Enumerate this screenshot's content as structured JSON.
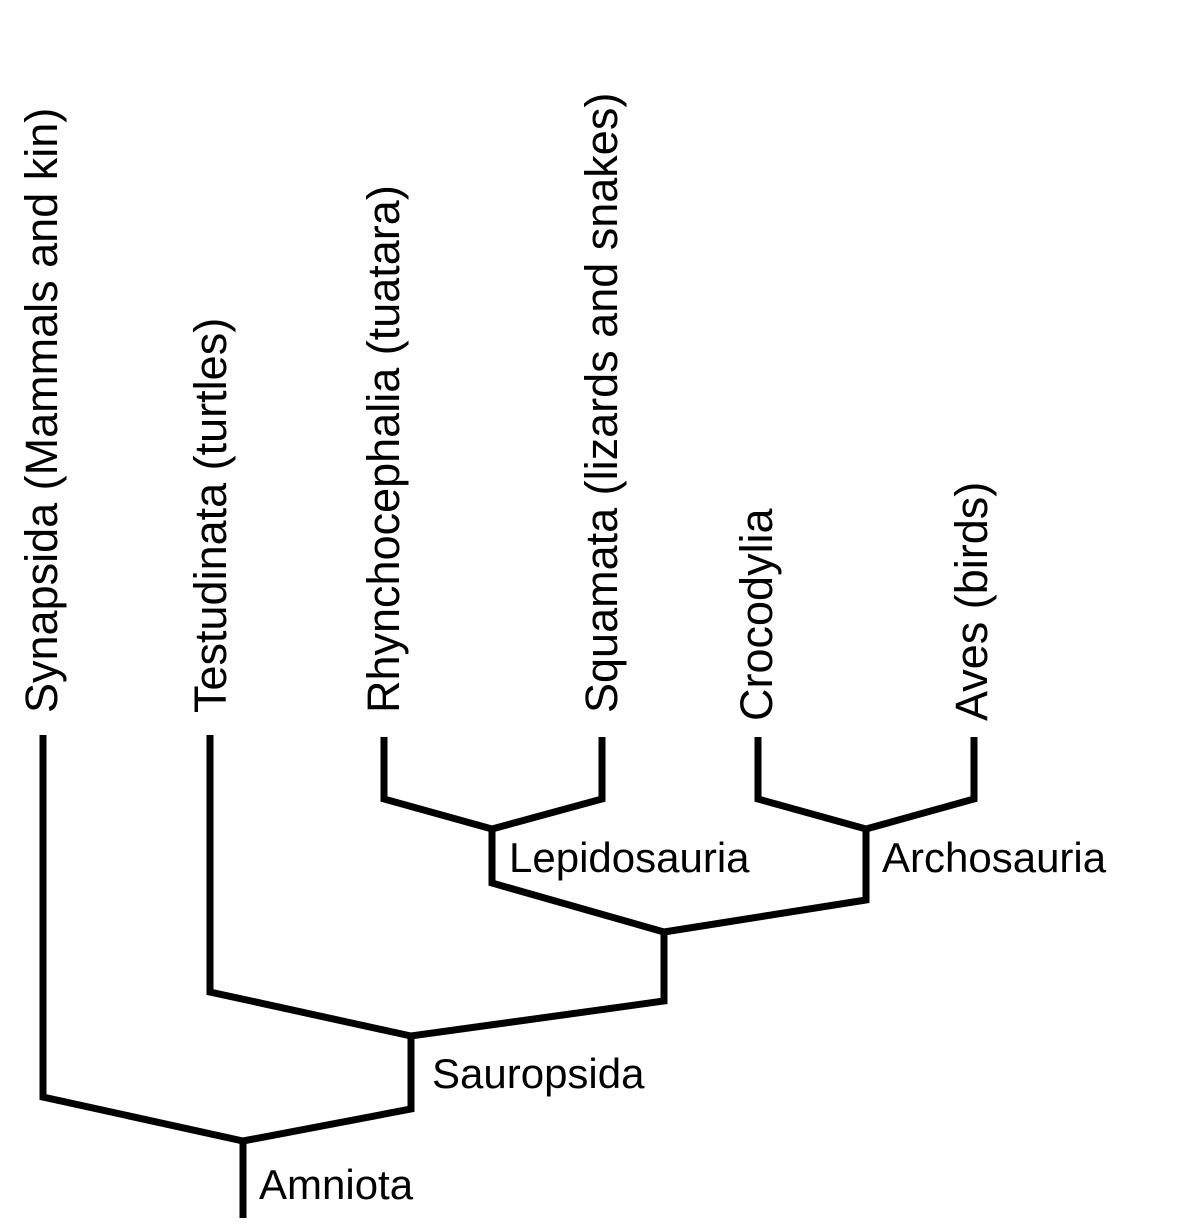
{
  "tree": {
    "leaves": [
      {
        "id": "synapsida",
        "label": "Synapsida (Mammals and kin)"
      },
      {
        "id": "testudinata",
        "label": "Testudinata (turtles)"
      },
      {
        "id": "rhynchocephalia",
        "label": "Rhynchocephalia (tuatara)"
      },
      {
        "id": "squamata",
        "label": "Squamata (lizards and snakes)"
      },
      {
        "id": "crocodylia",
        "label": "Crocodylia"
      },
      {
        "id": "aves",
        "label": "Aves (birds)"
      }
    ],
    "clades": [
      {
        "id": "amniota",
        "label": "Amniota",
        "children": [
          "synapsida",
          "sauropsida"
        ]
      },
      {
        "id": "sauropsida",
        "label": "Sauropsida",
        "children": [
          "testudinata",
          "unnamed_node"
        ]
      },
      {
        "id": "unnamed_node",
        "label": "",
        "children": [
          "lepidosauria",
          "archosauria"
        ]
      },
      {
        "id": "lepidosauria",
        "label": "Lepidosauria",
        "children": [
          "rhynchocephalia",
          "squamata"
        ]
      },
      {
        "id": "archosauria",
        "label": "Archosauria",
        "children": [
          "crocodylia",
          "aves"
        ]
      }
    ]
  },
  "colors": {
    "line": "#000000",
    "text": "#000000",
    "background": "#ffffff"
  }
}
